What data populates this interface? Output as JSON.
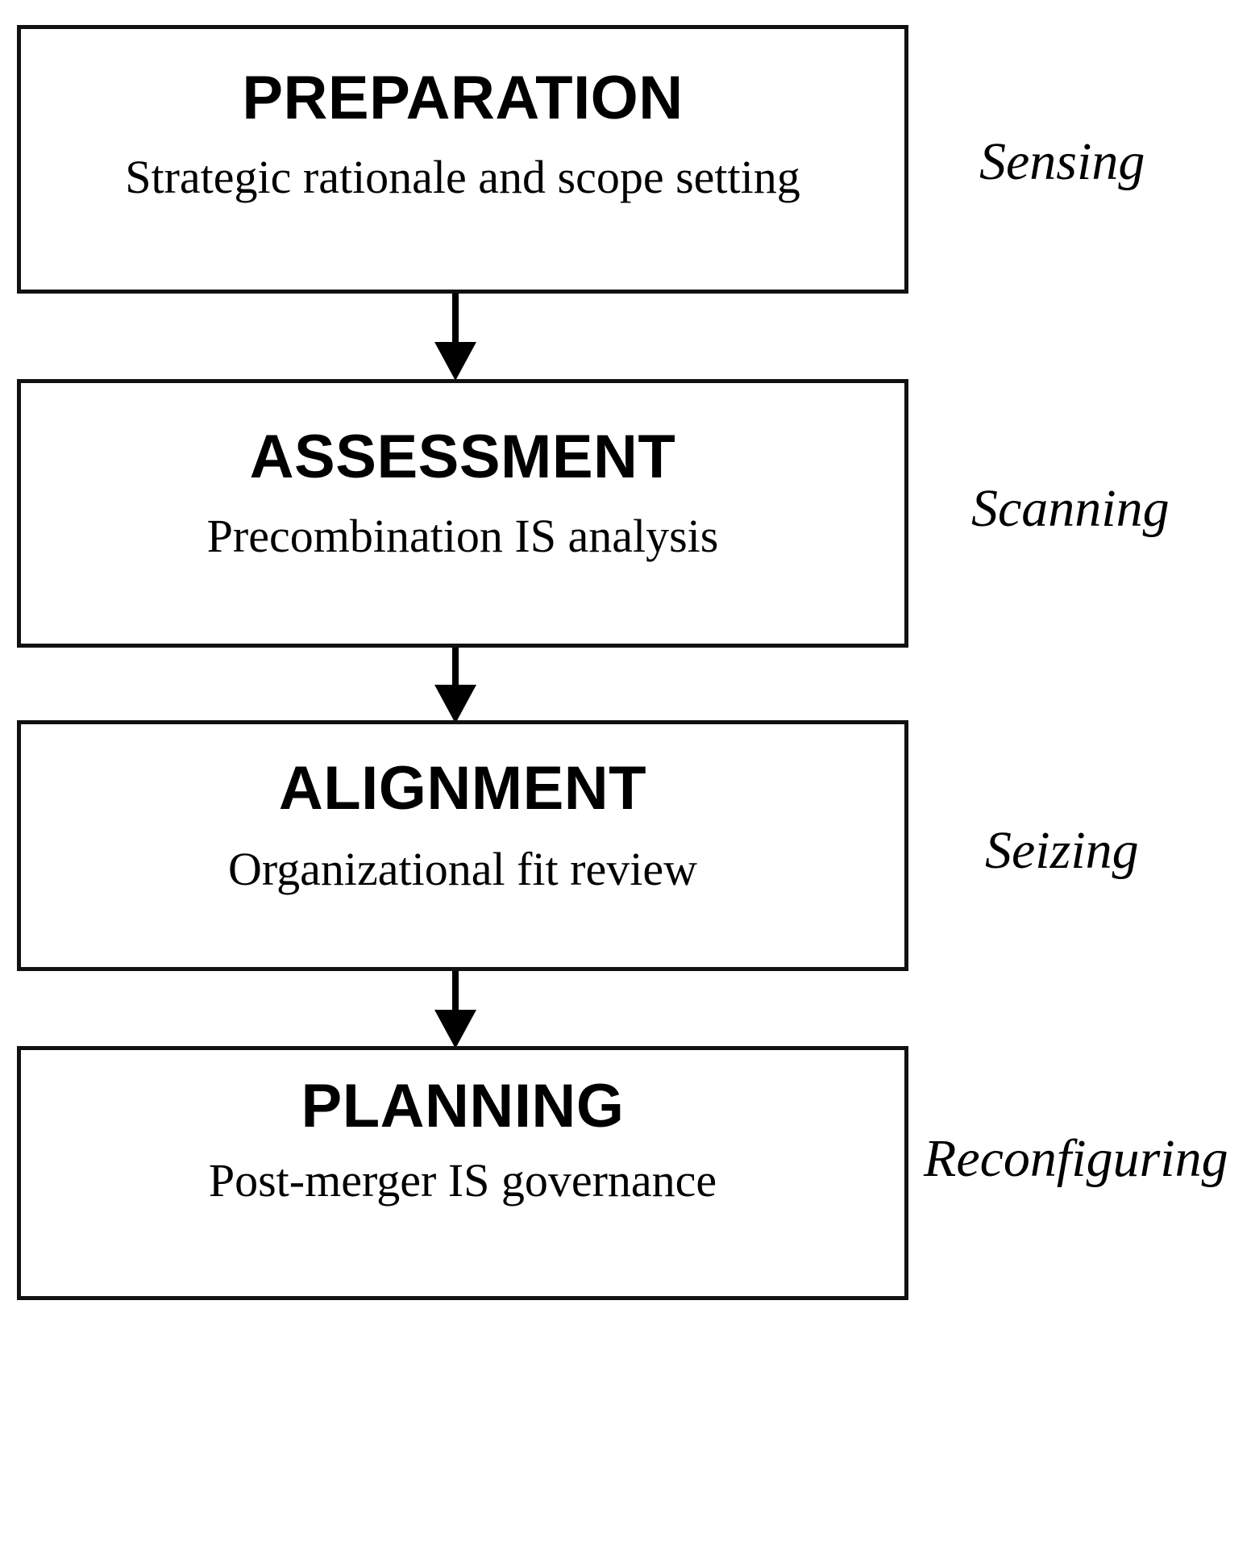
{
  "diagram": {
    "type": "vertical-flowchart",
    "orientation": "top-to-bottom",
    "background_color": "#ffffff",
    "line_color": "#111111",
    "text_color": "#000000",
    "stages": [
      {
        "title": "PREPARATION",
        "description": "Strategic rationale and scope setting",
        "capability": "Sensing"
      },
      {
        "title": "ASSESSMENT",
        "description": "Precombination IS analysis",
        "capability": "Scanning"
      },
      {
        "title": "ALIGNMENT",
        "description": "Organizational fit review",
        "capability": "Seizing"
      },
      {
        "title": "PLANNING",
        "description": "Post-merger IS governance",
        "capability": "Reconfiguring"
      }
    ],
    "connectors": [
      {
        "from": "PREPARATION",
        "to": "ASSESSMENT",
        "style": "arrow-down"
      },
      {
        "from": "ASSESSMENT",
        "to": "ALIGNMENT",
        "style": "arrow-down"
      },
      {
        "from": "ALIGNMENT",
        "to": "PLANNING",
        "style": "arrow-down"
      }
    ]
  }
}
